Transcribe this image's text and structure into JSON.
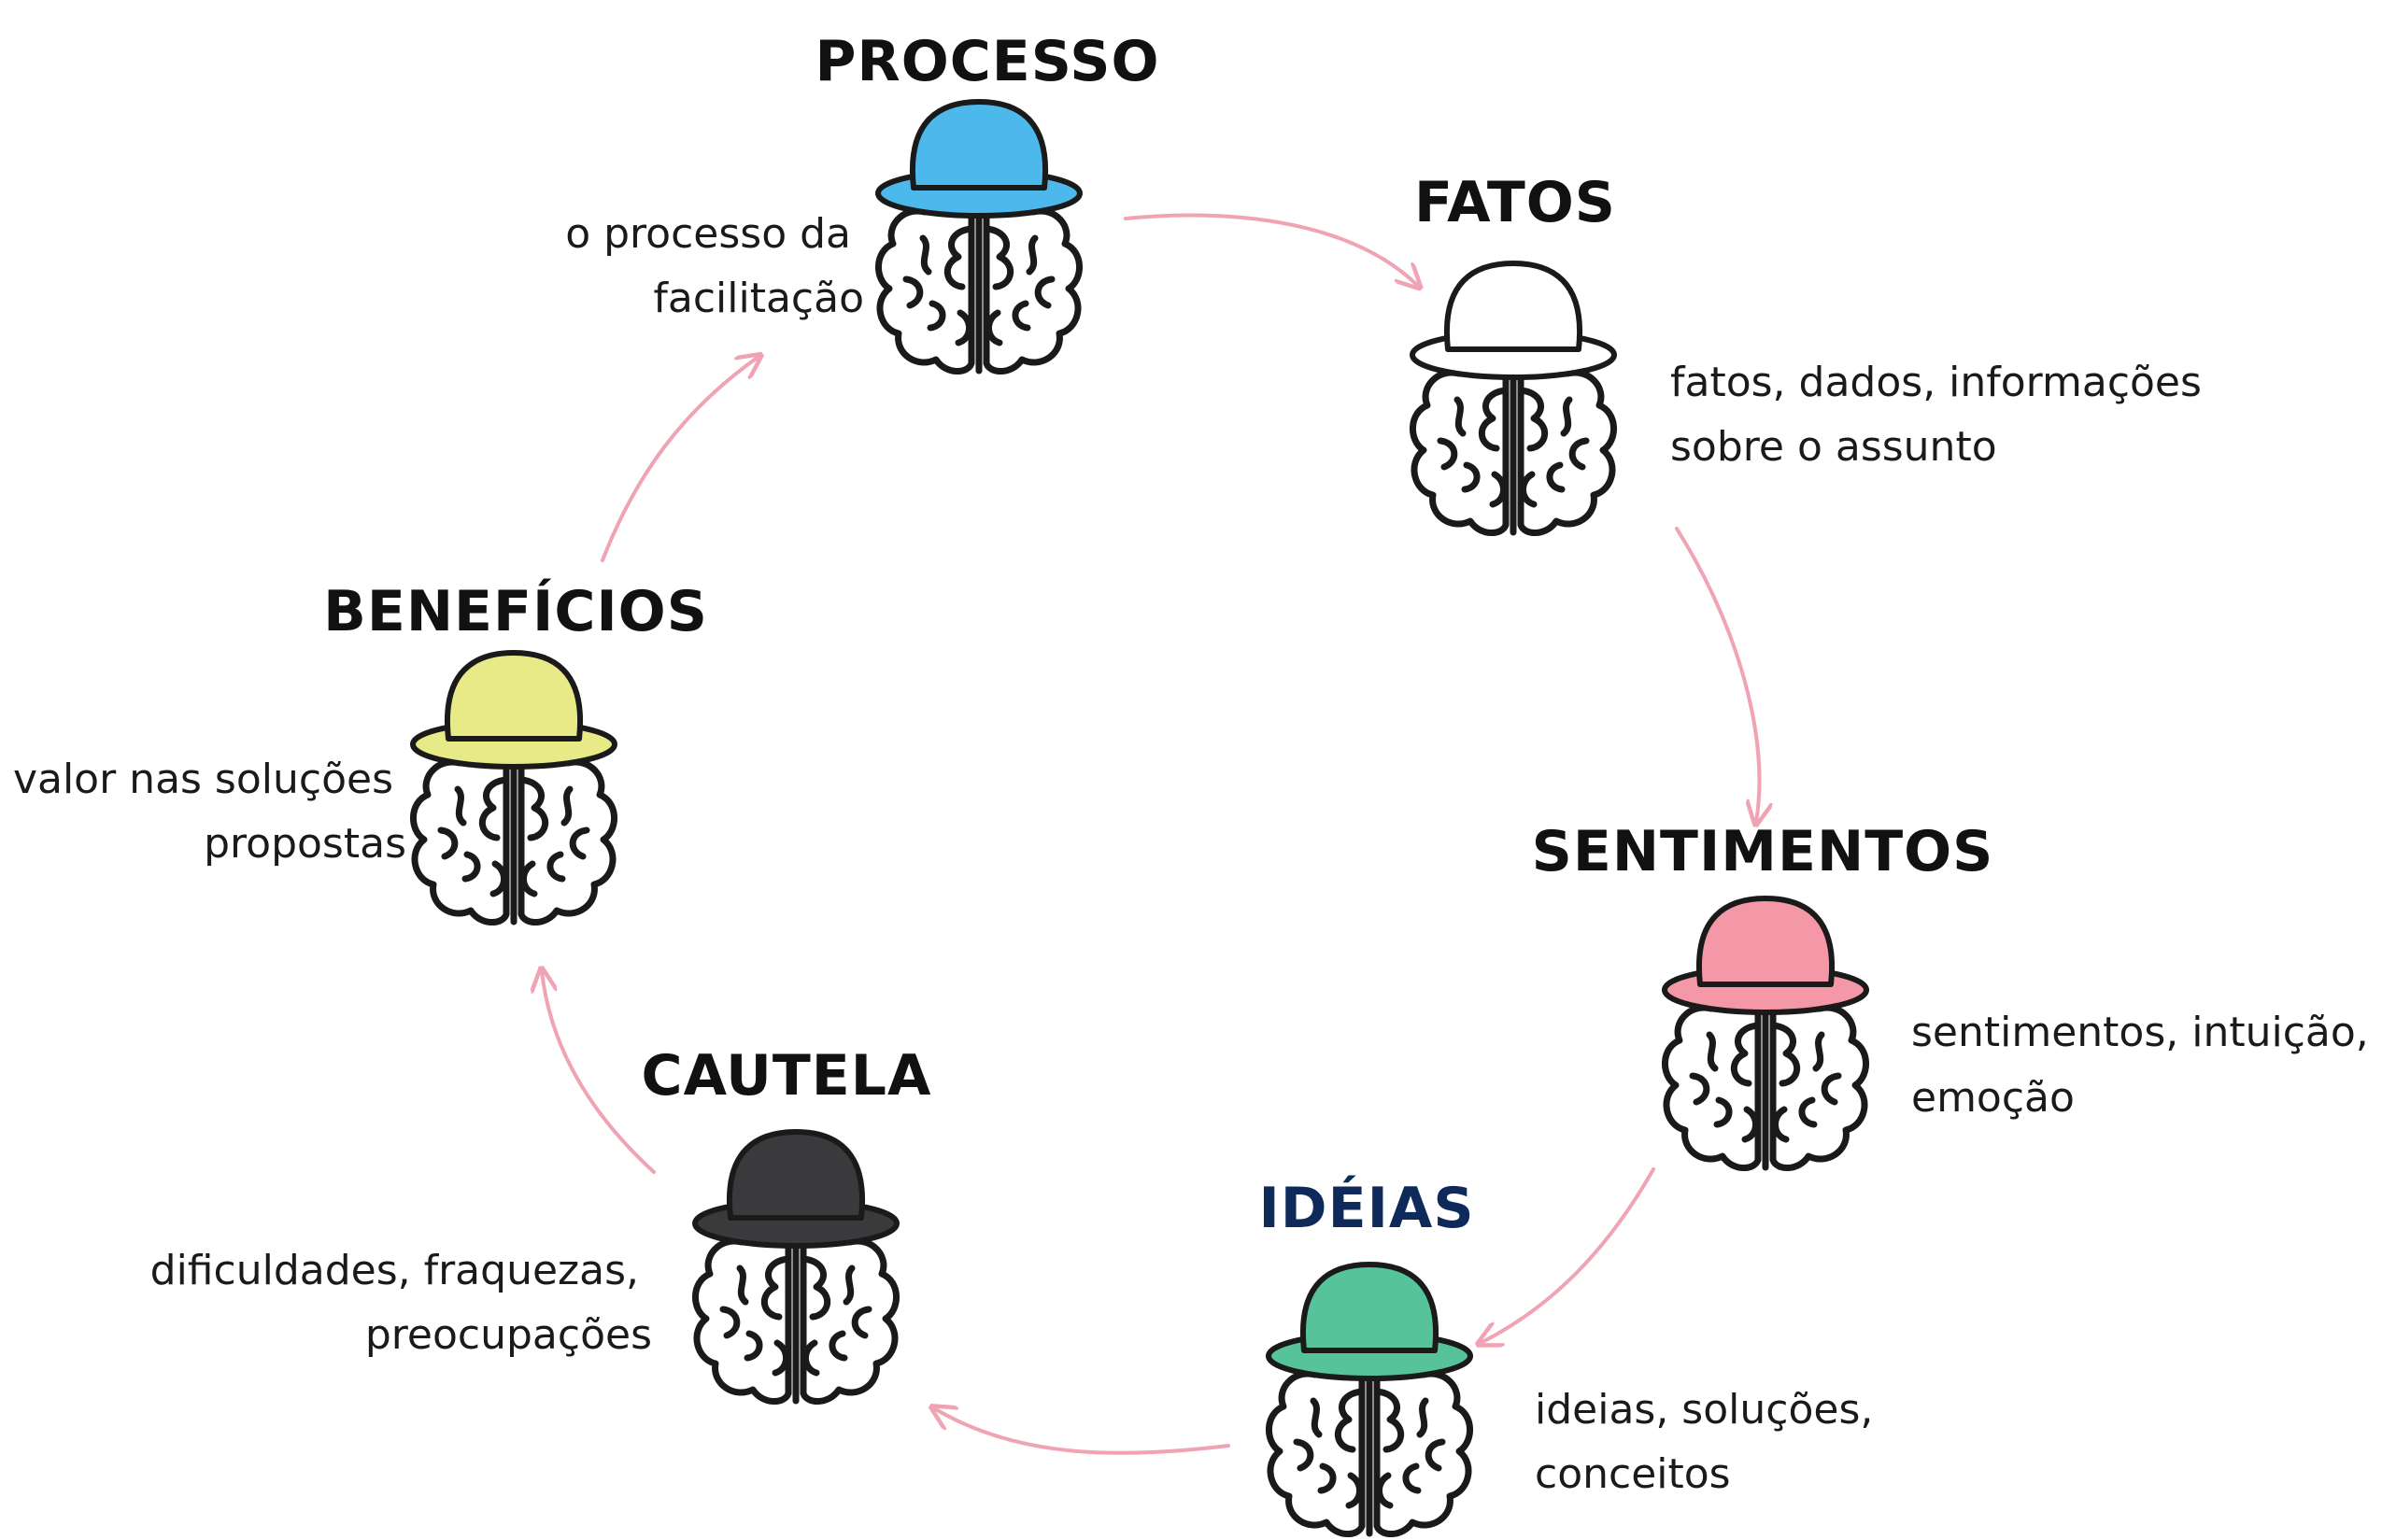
{
  "diagram": {
    "accent_color": "#f0a3b3",
    "nodes": [
      {
        "id": "processo",
        "title": "PROCESSO",
        "description": [
          "o processo da",
          "facilitação"
        ],
        "hat_color": "#4db8ec",
        "icon": "blue-hat-brain-icon"
      },
      {
        "id": "fatos",
        "title": "FATOS",
        "description": [
          "fatos, dados, informações",
          "sobre o assunto"
        ],
        "hat_color": "#ffffff",
        "icon": "white-hat-brain-icon"
      },
      {
        "id": "sentimentos",
        "title": "SENTIMENTOS",
        "description": [
          "sentimentos, intuição,",
          "emoção"
        ],
        "hat_color": "#f497a6",
        "icon": "red-hat-brain-icon"
      },
      {
        "id": "ideias",
        "title": "IDÉIAS",
        "description": [
          "ideias, soluções,",
          "conceitos"
        ],
        "hat_color": "#56c39a",
        "icon": "green-hat-brain-icon"
      },
      {
        "id": "cautela",
        "title": "CAUTELA",
        "description": [
          "dificuldades, fraquezas,",
          "preocupações"
        ],
        "hat_color": "#3a3a3c",
        "icon": "black-hat-brain-icon"
      },
      {
        "id": "beneficios",
        "title": "BENEFÍCIOS",
        "description": [
          "valor nas soluções",
          "propostas"
        ],
        "hat_color": "#e7ea86",
        "icon": "yellow-hat-brain-icon"
      }
    ]
  }
}
